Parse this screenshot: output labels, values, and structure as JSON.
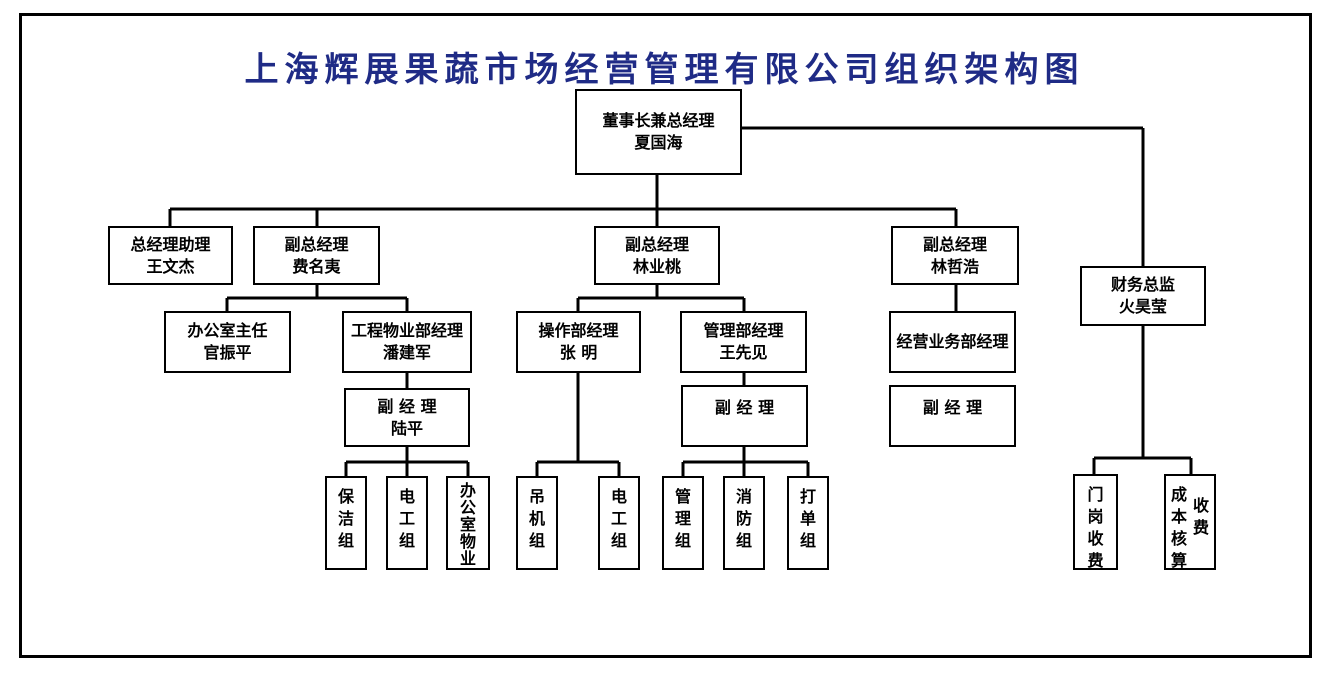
{
  "title": "上海辉展果蔬市场经营管理有限公司组织架构图",
  "boxes": {
    "chairman": {
      "role": "董事长兼总经理",
      "name": "夏国海"
    },
    "gm_assistant": {
      "role": "总经理助理",
      "name": "王文杰"
    },
    "vp_fei": {
      "role": "副总经理",
      "name": "费名夷"
    },
    "vp_lin_yt": {
      "role": "副总经理",
      "name": "林业桃"
    },
    "vp_lin_zh": {
      "role": "副总经理",
      "name": "林哲浩"
    },
    "cfo": {
      "role": "财务总监",
      "name": "火昊莹"
    },
    "office_director": {
      "role": "办公室主任",
      "name": "官振平"
    },
    "engineering_mgr": {
      "role": "工程物业部经理",
      "name": "潘建军"
    },
    "operations_mgr": {
      "role": "操作部经理",
      "name": "张 明"
    },
    "management_mgr": {
      "role": "管理部经理",
      "name": "王先见"
    },
    "business_mgr": {
      "role": "经营业务部经理"
    },
    "deputy_lu": {
      "role": "副 经 理",
      "name": "陆平"
    },
    "deputy_mgmt": {
      "role": "副 经 理"
    },
    "deputy_biz": {
      "role": "副 经 理"
    }
  },
  "groups": {
    "cleaning": [
      "保",
      "洁",
      "组"
    ],
    "electrical_a": [
      "电",
      "工",
      "组"
    ],
    "office_property": [
      "办",
      "公",
      "室",
      "物",
      "业"
    ],
    "crane": [
      "吊",
      "机",
      "组"
    ],
    "electrical_b": [
      "电",
      "工",
      "组"
    ],
    "management": [
      "管",
      "理",
      "组"
    ],
    "fire": [
      "消",
      "防",
      "组"
    ],
    "billing": [
      "打",
      "单",
      "组"
    ],
    "gate_fee": [
      "门",
      "岗",
      "收",
      "费"
    ],
    "cost_accounting": {
      "col1": [
        "成",
        "本",
        "核",
        "算"
      ],
      "col2": [
        "收",
        "费"
      ]
    }
  }
}
